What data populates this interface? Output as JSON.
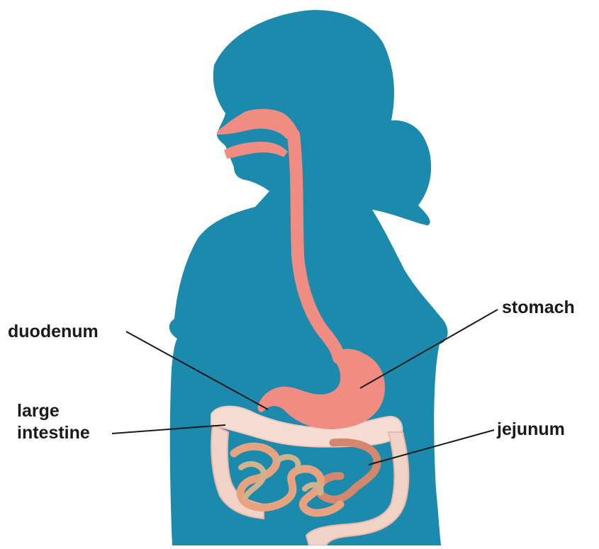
{
  "labels": {
    "duodenum": "duodenum",
    "stomach": "stomach",
    "large_intestine_line1": "large",
    "large_intestine_line2": "intestine",
    "jejunum": "jejunum"
  },
  "colors": {
    "silhouette": "#1b8aac",
    "digestive_tract": "#f08c82",
    "large_intestine": "#f7dcd3",
    "small_intestine": "#e7a27f",
    "leader_line": "#1a1a1a"
  }
}
